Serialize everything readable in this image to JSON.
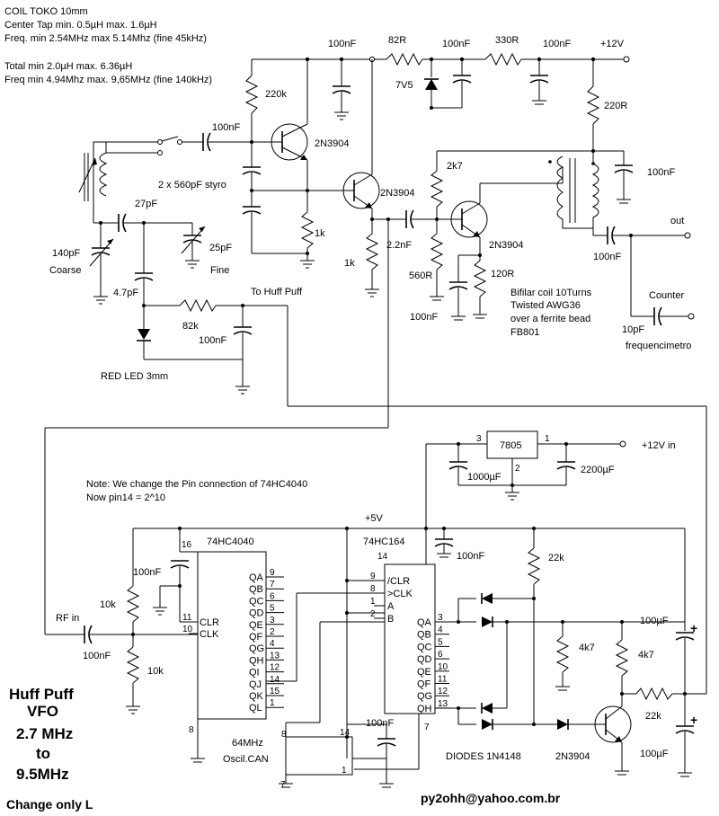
{
  "notes": {
    "coil_title": "COIL TOKO 10mm",
    "coil_line2": "Center Tap min. 0.5µH  max. 1.6µH",
    "coil_line3": "Freq. min 2.54MHz max 5.14Mhz (fine 45kHz)",
    "total_line1": "Total min 2.0µH  max. 6.36µH",
    "total_line2": "Freq min 4.94Mhz max. 9,65MHz (fine 140kHz)",
    "pin_note1": "Note: We change the Pin connection of 74HC4040",
    "pin_note2": "Now pin14 = 2^10",
    "bifilar1": "Bifilar coil 10Turns",
    "bifilar2": "Twisted  AWG36",
    "bifilar3": "over a ferrite bead",
    "bifilar4": "FB801"
  },
  "title": {
    "line1": "Huff Puff",
    "line2": "VFO",
    "line3": "2.7 MHz",
    "line4": "to",
    "line5": "9.5MHz",
    "subtitle": "Change only L",
    "email": "py2ohh@yahoo.com.br"
  },
  "labels": {
    "c_100n_a": "100nF",
    "r_82": "82R",
    "c_100n_b": "100nF",
    "r_330": "330R",
    "c_100n_c": "100nF",
    "vcc12": "+12V",
    "r_220k": "220k",
    "zener": "7V5",
    "r_220": "220R",
    "c_100n_d": "100nF",
    "q1": "2N3904",
    "styro": "2 x 560pF styro",
    "q2": "2N3904",
    "r_2k7": "2k7",
    "c_100n_e": "100nF",
    "c_27p": "27pF",
    "out": "out",
    "c_140p": "140pF",
    "coarse": "Coarse",
    "c_25p": "25pF",
    "fine": "Fine",
    "r_1k_a": "1k",
    "c_2n2": "2.2nF",
    "q3": "2N3904",
    "c_100n_f": "100nF",
    "r_1k_b": "1k",
    "r_560": "560R",
    "r_120": "120R",
    "c_4p7": "4.7pF",
    "huff": "To Huff Puff",
    "counter": "Counter",
    "r_82k": "82k",
    "c_100n_g": "100nF",
    "c_100n_h": "100nF",
    "c_10p": "10pF",
    "freqm": "frequencimetro",
    "led": "RED LED 3mm",
    "reg": "7805",
    "reg_p3": "3",
    "reg_p1": "1",
    "reg_p2": "2",
    "vin": "+12V in",
    "c_1000u": "1000µF",
    "c_2200u": "2200µF",
    "plus5": "+5V",
    "ic1": "74HC4040",
    "ic1_16": "16",
    "ic2": "74HC164",
    "ic2_14": "14",
    "c_100n_i": "100nF",
    "c_100n_j": "100nF",
    "r_22k_a": "22k",
    "r_10k_a": "10k",
    "rfin": "RF in",
    "r_10k_b": "10k",
    "c_100n_k": "100nF",
    "c_100u_a": "100µF",
    "r_4k7_a": "4k7",
    "r_4k7_b": "4k7",
    "r_22k_b": "22k",
    "c_100u_b": "100µF",
    "c_100n_l": "100nF",
    "ic1_8": "8",
    "ic2_7": "7",
    "osc": "64MHz",
    "osc2": "Oscil.CAN",
    "osc_p8": "8",
    "osc_p14": "14",
    "osc_p7": "7",
    "osc_p1": "1",
    "diodes": "DIODES 1N4148",
    "q4": "2N3904",
    "plus_a": "+",
    "plus_b": "+"
  },
  "ic1_pins": [
    {
      "pin": "9",
      "name": "QA"
    },
    {
      "pin": "7",
      "name": "QB"
    },
    {
      "pin": "6",
      "name": "QC"
    },
    {
      "pin": "5",
      "name": "QD"
    },
    {
      "pin": "3",
      "name": "QE"
    },
    {
      "pin": "2",
      "name": "QF"
    },
    {
      "pin": "4",
      "name": "QG"
    },
    {
      "pin": "13",
      "name": "QH"
    },
    {
      "pin": "12",
      "name": "QI"
    },
    {
      "pin": "14",
      "name": "QJ"
    },
    {
      "pin": "15",
      "name": "QK"
    },
    {
      "pin": "1",
      "name": "QL"
    }
  ],
  "ic1_inputs": [
    {
      "pin": "11",
      "name": "CLR"
    },
    {
      "pin": "10",
      "name": "CLK"
    }
  ],
  "ic2_inputs": [
    {
      "pin": "9",
      "name": "/CLR"
    },
    {
      "pin": "8",
      "name": ">CLK"
    },
    {
      "pin": "1",
      "name": "A"
    },
    {
      "pin": "2",
      "name": "B"
    }
  ],
  "ic2_pins": [
    {
      "pin": "3",
      "name": "QA"
    },
    {
      "pin": "4",
      "name": "QB"
    },
    {
      "pin": "5",
      "name": "QC"
    },
    {
      "pin": "6",
      "name": "QD"
    },
    {
      "pin": "10",
      "name": "QE"
    },
    {
      "pin": "11",
      "name": "QF"
    },
    {
      "pin": "12",
      "name": "QG"
    },
    {
      "pin": "13",
      "name": "QH"
    }
  ]
}
